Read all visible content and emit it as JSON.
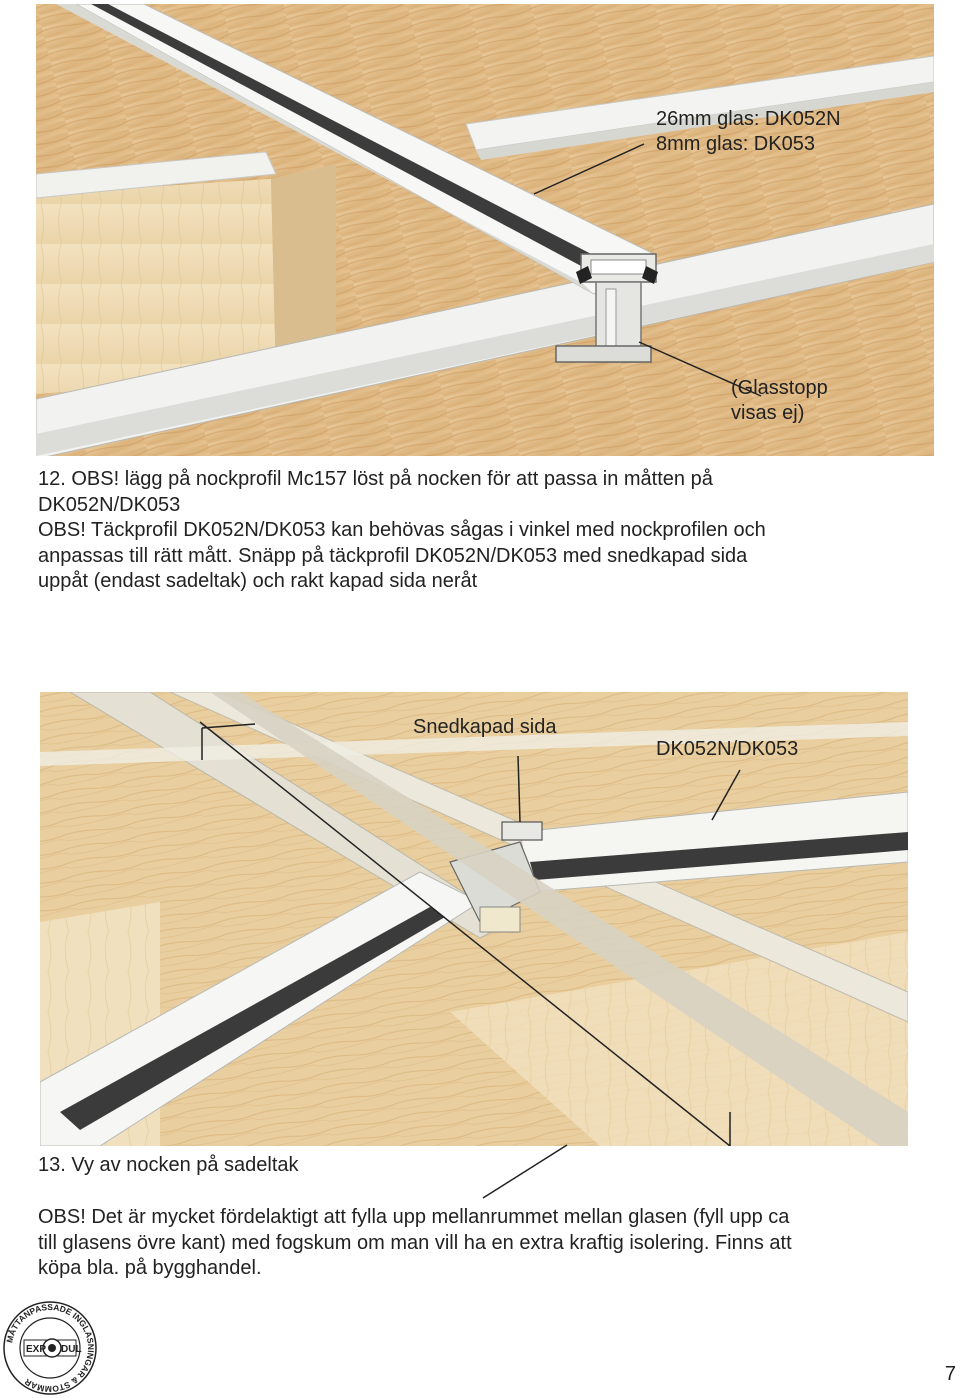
{
  "figure1": {
    "label_glass_26": "26mm glas: DK052N",
    "label_glass_8": "8mm glas: DK053",
    "label_glasstopp_1": "(Glasstopp",
    "label_glasstopp_2": "visas ej)"
  },
  "step12": {
    "line1": "12. OBS! lägg på nockprofil Mc157 löst på nocken för att passa in måtten på",
    "line2": "DK052N/DK053",
    "line3": "OBS! Täckprofil DK052N/DK053 kan behövas sågas i vinkel med nockprofilen och",
    "line4": "anpassas till rätt mått. Snäpp på täckprofil DK052N/DK053 med snedkapad sida",
    "line5": "uppåt (endast sadeltak) och rakt kapad sida neråt"
  },
  "figure2": {
    "label_snedkapad": "Snedkapad sida",
    "label_profile": "DK052N/DK053"
  },
  "step13": {
    "caption": "13. Vy av nocken på sadeltak",
    "obs_line1": "OBS! Det är mycket fördelaktigt att fylla upp mellanrummet mellan glasen (fyll upp ca",
    "obs_line2": "till glasens övre kant) med fogskum om man vill ha en extra kraftig isolering. Finns att",
    "obs_line3": "köpa bla. på bygghandel."
  },
  "logo": {
    "ring_text": "MÅTTANPASSADE INGLASNINGAR & STOMMAR",
    "left_text": "EXP",
    "right_text": "DUL"
  },
  "page_number": "7"
}
